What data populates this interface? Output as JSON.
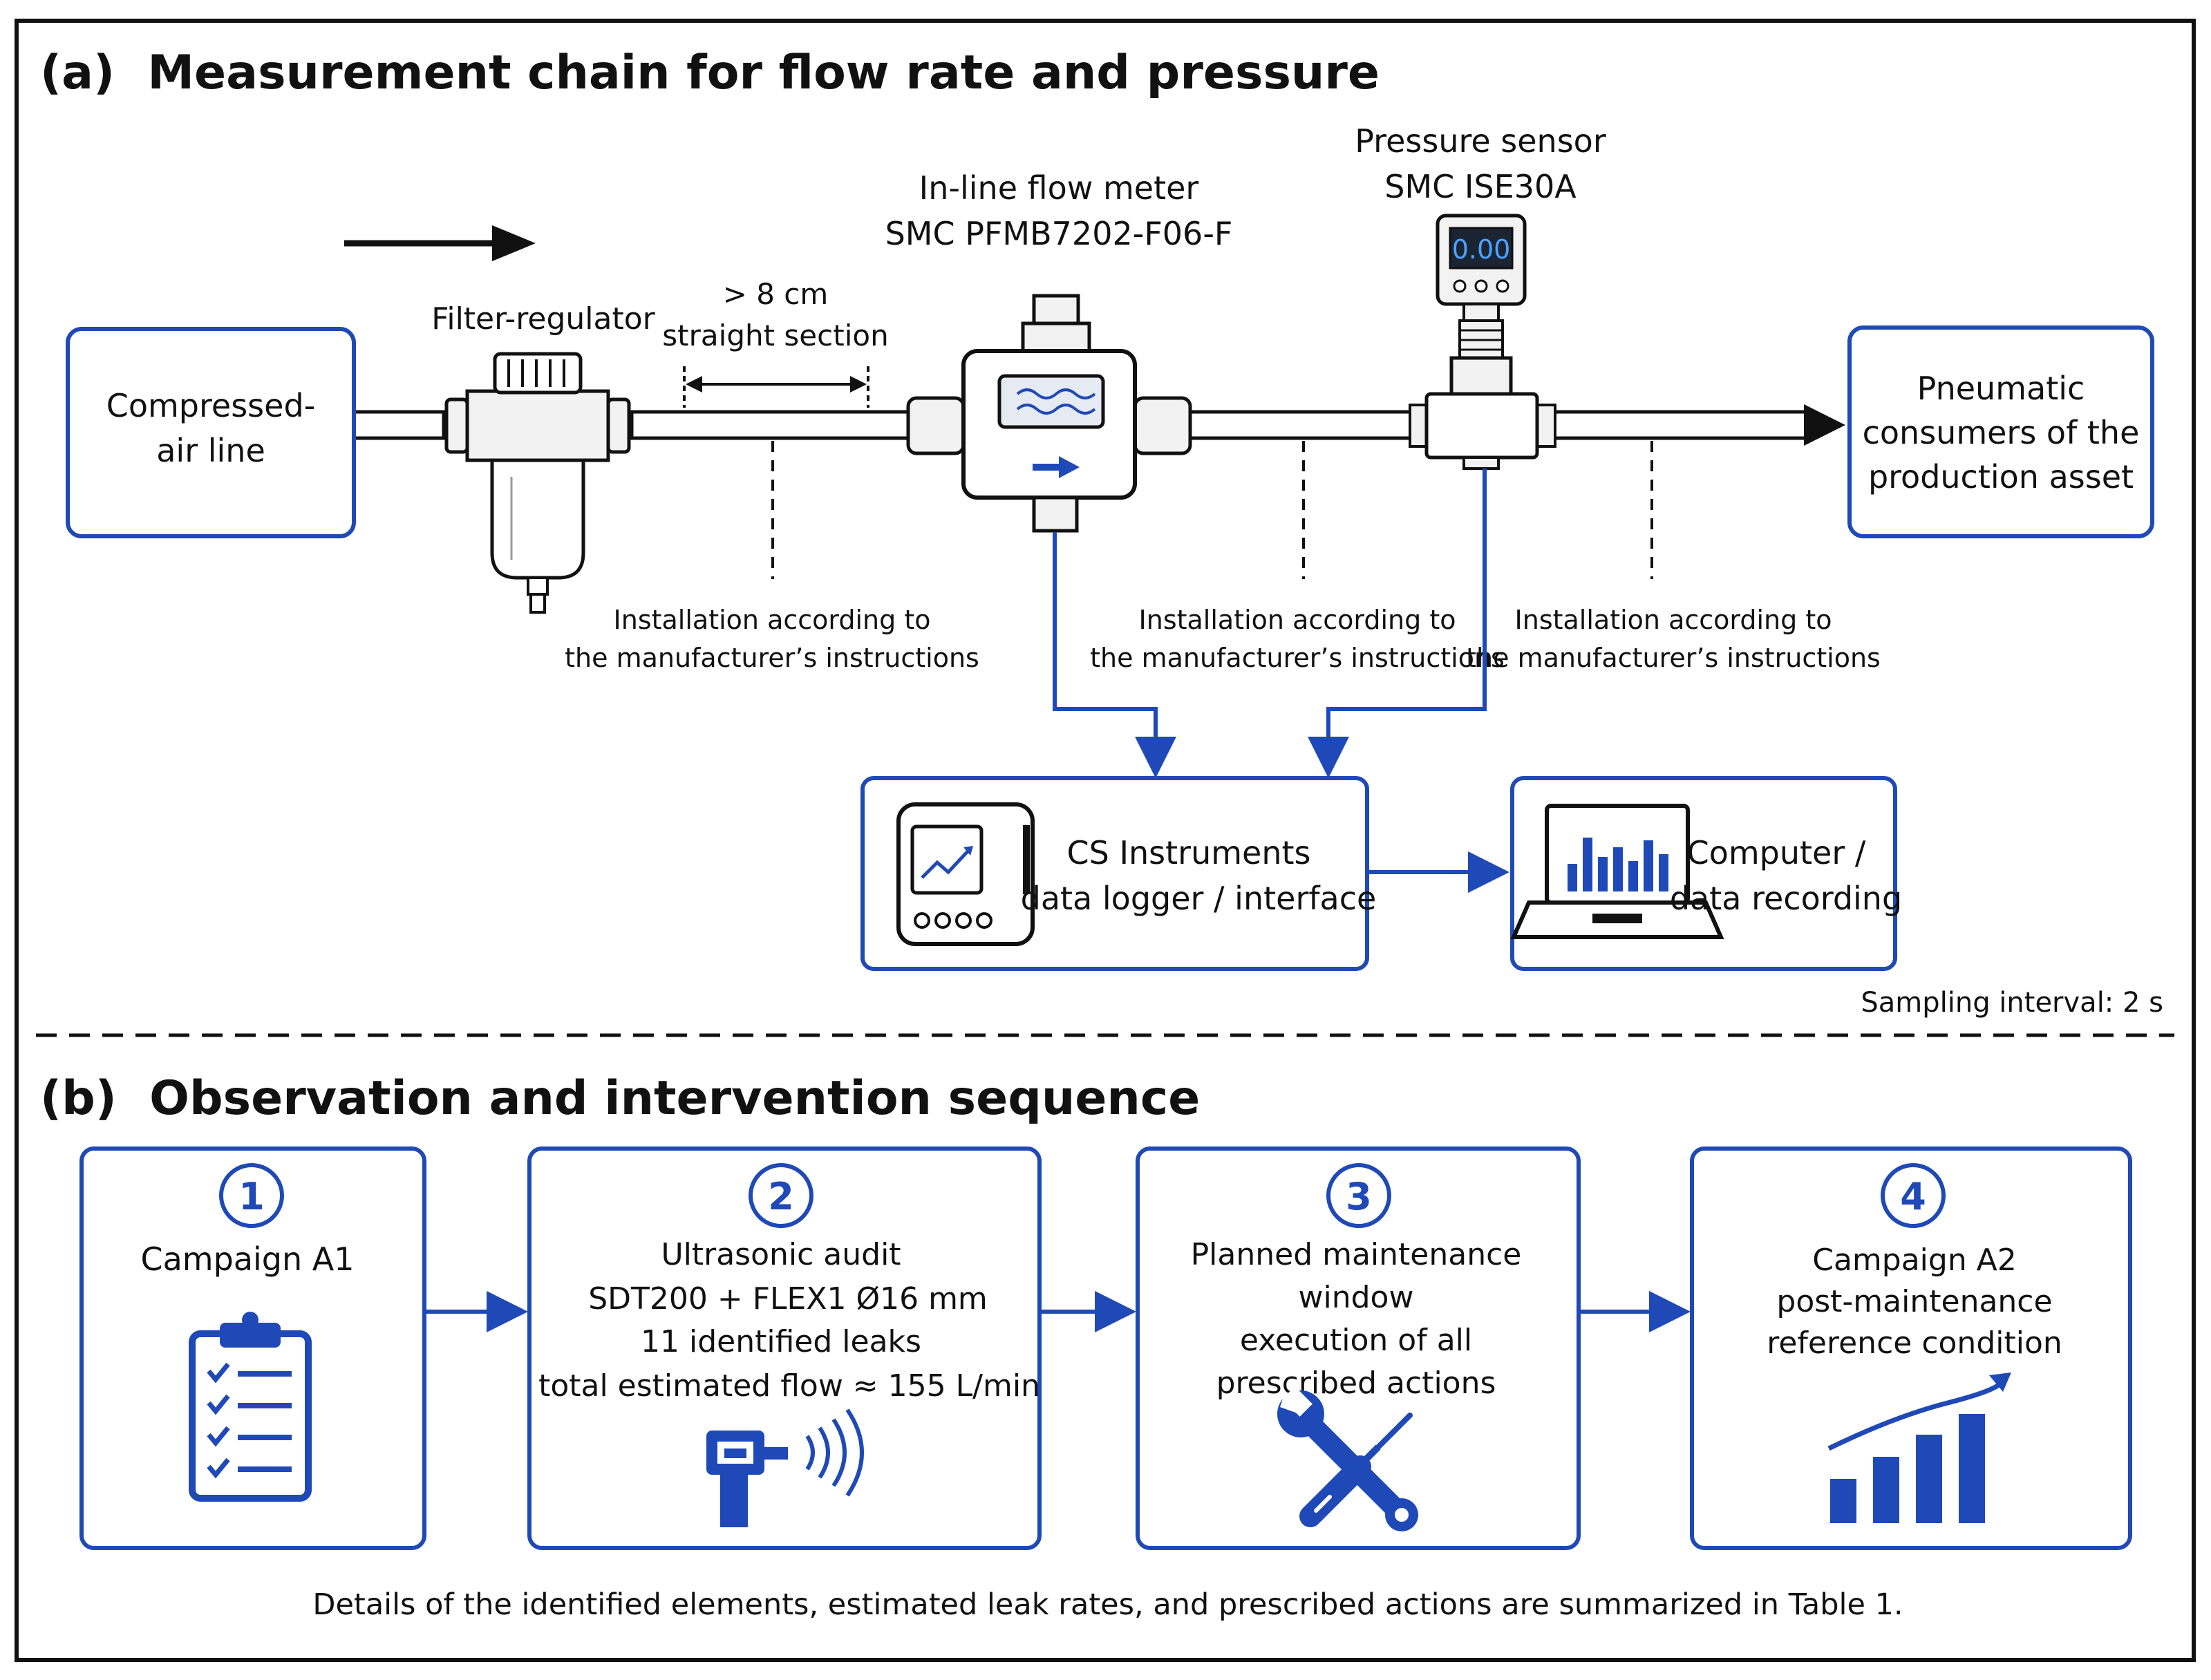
{
  "panel_a": {
    "title": "(a)  Measurement chain for flow rate and pressure",
    "source_box": {
      "line1": "Compressed-",
      "line2": "air line"
    },
    "filter_label": "Filter-regulator",
    "straight_section": {
      "line1": "> 8 cm",
      "line2": "straight section"
    },
    "flow_meter": {
      "line1": "In-line flow meter",
      "line2": "SMC PFMB7202-F06-F"
    },
    "pressure_sensor": {
      "line1": "Pressure sensor",
      "line2": "SMC ISE30A",
      "display": "0.00"
    },
    "consumer_box": {
      "line1": "Pneumatic",
      "line2": "consumers of the",
      "line3": "production asset"
    },
    "install_note": {
      "line1": "Installation according to",
      "line2": "the manufacturer’s instructions"
    },
    "logger_box": {
      "line1": "CS Instruments",
      "line2": "data logger / interface"
    },
    "computer_box": {
      "line1": "Computer /",
      "line2": "data recording"
    },
    "sampling": "Sampling interval: 2 s"
  },
  "panel_b": {
    "title": "(b)  Observation and intervention sequence",
    "steps": [
      {
        "num": "1",
        "lines": [
          "Campaign A1"
        ],
        "icon": "clipboard-checklist-icon"
      },
      {
        "num": "2",
        "lines": [
          "Ultrasonic audit",
          "SDT200 + FLEX1 Ø16 mm",
          "11 identified leaks",
          "total estimated flow ≈ 155 L/min"
        ],
        "icon": "ultrasonic-detector-icon"
      },
      {
        "num": "3",
        "lines": [
          "Planned maintenance",
          "window",
          "execution of all",
          "prescribed actions"
        ],
        "icon": "wrench-screwdriver-icon"
      },
      {
        "num": "4",
        "lines": [
          "Campaign A2",
          "post-maintenance",
          "reference condition"
        ],
        "icon": "bar-chart-trend-icon"
      }
    ],
    "footnote": "Details of the identified elements, estimated leak rates, and prescribed actions are summarized in Table 1."
  },
  "colors": {
    "accent_blue": "#1f49b6",
    "outline": "#111111",
    "pipe_fill": "#ffffff",
    "device_fill": "#f2f2f2",
    "display_bg": "#1b2433",
    "display_text": "#4aa3ff"
  }
}
